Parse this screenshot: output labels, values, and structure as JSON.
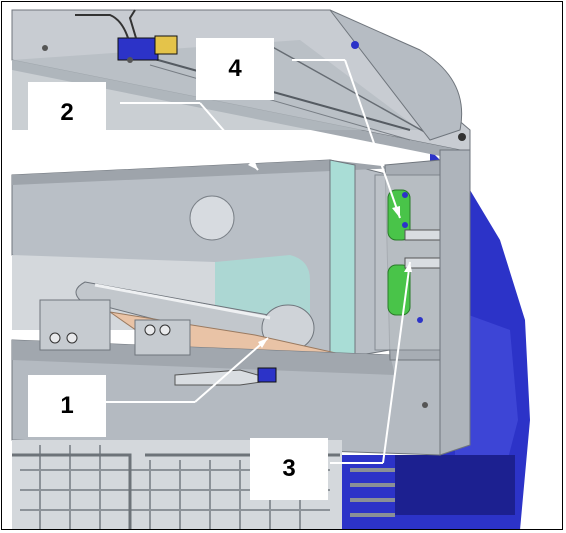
{
  "figure": {
    "callouts": [
      {
        "id": "1",
        "label": "1"
      },
      {
        "id": "2",
        "label": "2"
      },
      {
        "id": "3",
        "label": "3"
      },
      {
        "id": "4",
        "label": "4"
      }
    ],
    "colors": {
      "housing": "#b9bfc6",
      "housing_dark": "#8e949b",
      "motor_blue": "#2c33c8",
      "roller_green": "#49c449",
      "glass": "#a9ddd6",
      "board": "#e9c3a6",
      "mesh": "#9aa0a6",
      "solenoid_yellow": "#e4c34a"
    }
  }
}
